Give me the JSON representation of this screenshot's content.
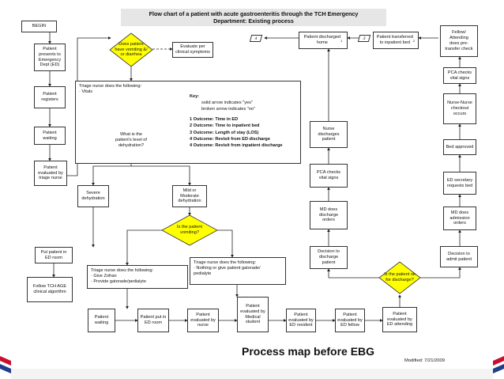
{
  "title": "Flow chart of a patient with acute gastroenteritis through the TCH Emergency\nDepartment: Existing process",
  "begin": "BEGIN",
  "left_column": [
    "Patient\npresents to\nEmergency\nDept (ED)",
    "Patient\nregisters",
    "Patient\nwaiting",
    "Patient\nevaluated by\ntriage nurse"
  ],
  "decision_vomiting": "Does patient\nhave vomiting &/\nor diarrhea",
  "evaluate_other": "Evaluate per\nclinical symptoms",
  "triage_vitals": "Triage nurse does the following:\n·      Vitals",
  "decision_dehydration": "What is the\npatient's level of\ndehydration?",
  "severe": "Severe\ndehydration",
  "mild": "Mild or\nModerate\ndehydration",
  "decision_vomiting2": "Is the patient\nvomiting?",
  "put_in_room": "Put patient in\nED room",
  "follow_algorithm": "Follow TCH AGE\nclinical algorithm",
  "triage_zofran": "Triage nurse does the following:\n·      Give Zofran\n·      Provide gatorade/pedialyte",
  "triage_gatorade": "Triage nurse does the following:\n·      Nothing or give patient gatorade/\n       pedialyte",
  "bottom_row": [
    "Patient\nwaiting",
    "Patient put in\nED room",
    "Patient\nevaluated by\nnurse",
    "Patient\nevaluated by\nMedical\nstudent",
    "Patient\nevaluated by\nED resident",
    "Patient\nevaluated by\nED fellow",
    "Patient\nevaluated by\nED attending"
  ],
  "decision_ok": "Is the patient ok\nfor discharge?",
  "discharge_column": [
    "Decision to\ndischarge\npatient",
    "MD does\ndischarge\norders",
    "PCA checks\nvital signs",
    "Nurse\ndischarges\npatient"
  ],
  "discharged_home": "Patient discharged\nhome",
  "discharged_sup": "1",
  "transferred": "Patient transferred\nto inpatient bed",
  "transferred_sup": "2",
  "tag_4": "4",
  "tag_3": "3",
  "right_column": [
    "Fellow/\nAttending\ndoes pre-\ntransfer check",
    "PCA checks\nvital signs",
    "Nurse-Nurse\ncheckout\noccurs",
    "Bed approved",
    "ED secretary\nrequests bed",
    "MD does\nadmission\norders",
    "Decision to\nadmit patient"
  ],
  "key": {
    "heading": "Key:",
    "solid": "solid arrow indicates \"yes\"",
    "broken": "broken arrow indicates \"no\"",
    "outcomes": [
      "1 Outcome: Time in ED",
      "2 Outcome: Time to inpatient bed",
      "3 Outcome: Length of stay (LOS)",
      "4 Outcome: Revisit from ED discharge",
      "4 Outcome: Revisit from inpatient discharge"
    ]
  },
  "footer_title": "Process map before EBG",
  "modified": "Modified: 7/21/2009",
  "colors": {
    "decision": "#ffff00",
    "title_bg": "#e6e6e6",
    "flag_red": "#c8102e",
    "flag_blue": "#1f3f8c"
  }
}
